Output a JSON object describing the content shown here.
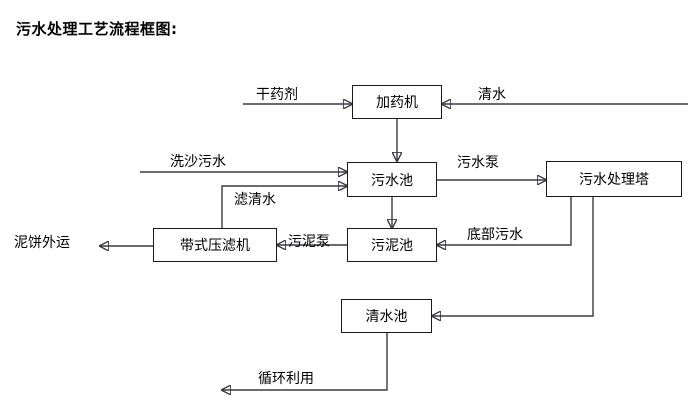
{
  "title": "污水处理工艺流程框图:",
  "diagram": {
    "nodes": [
      {
        "id": "dosing-machine",
        "label": "加药机"
      },
      {
        "id": "sewage-pool",
        "label": "污水池"
      },
      {
        "id": "sewage-treatment-tower",
        "label": "污水处理塔"
      },
      {
        "id": "belt-filter-press",
        "label": "带式压滤机"
      },
      {
        "id": "sludge-pool",
        "label": "污泥池"
      },
      {
        "id": "clear-water-pool",
        "label": "清水池"
      }
    ],
    "edge_labels": [
      {
        "id": "dry-reagent",
        "label": "干药剂"
      },
      {
        "id": "clean-water",
        "label": "清水"
      },
      {
        "id": "sand-washing-sewage",
        "label": "洗沙污水"
      },
      {
        "id": "filtered-clear-water",
        "label": "滤清水"
      },
      {
        "id": "sewage-pump",
        "label": "污水泵"
      },
      {
        "id": "mud-cake-transport",
        "label": "泥饼外运"
      },
      {
        "id": "sludge-pump",
        "label": "污泥泵"
      },
      {
        "id": "bottom-sewage",
        "label": "底部污水"
      },
      {
        "id": "recycling",
        "label": "循环利用"
      }
    ],
    "colors": {
      "line": "#3a3a42",
      "box_border": "#1a1a1a",
      "text": "#000000",
      "background": "#ffffff"
    }
  }
}
